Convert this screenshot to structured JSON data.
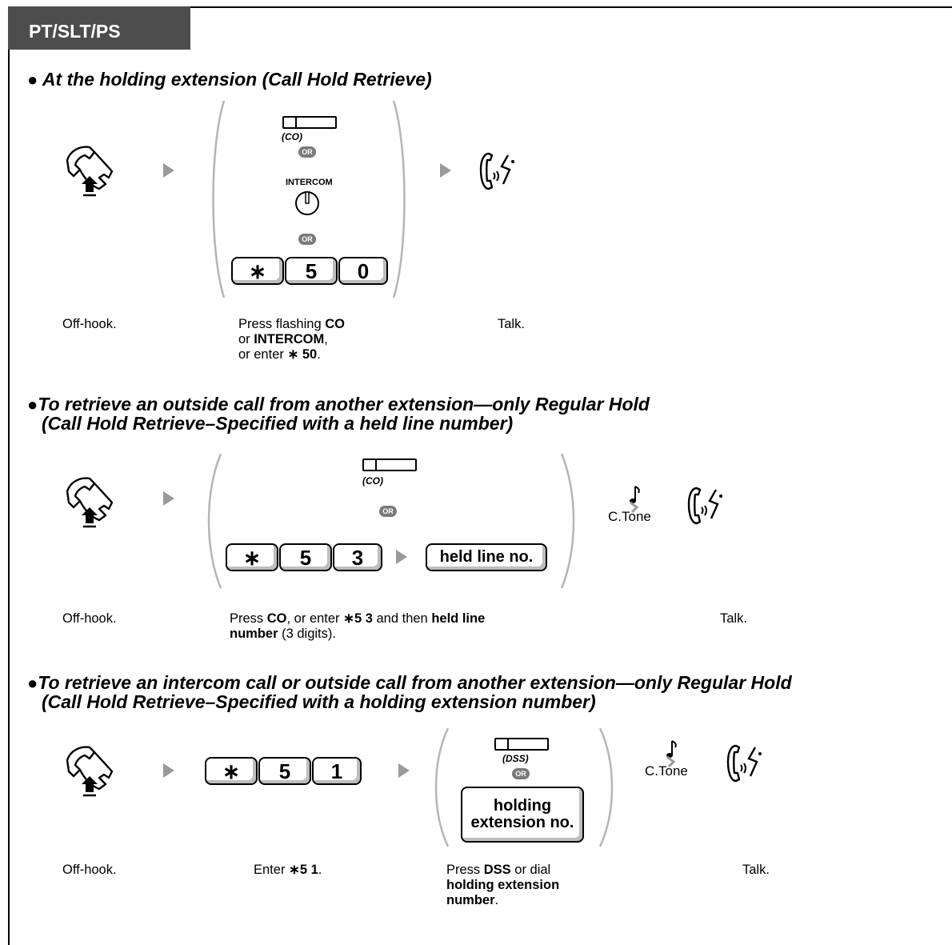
{
  "header": {
    "tab_label": "PT/SLT/PS"
  },
  "sections": [
    {
      "title": "At the holding extension (Call Hold Retrieve)",
      "co_label": "(CO)",
      "or_label": "OR",
      "intercom_label": "INTERCOM",
      "keys": [
        "∗",
        "5",
        "0"
      ],
      "captions": {
        "offhook": "Off-hook.",
        "press_1": "Press flashing ",
        "press_1b": "CO",
        "press_2a": "or ",
        "press_2b": "INTERCOM",
        "press_2c": ",",
        "press_3a": "or enter ",
        "press_3b": "∗ 50",
        "press_3c": ".",
        "talk": "Talk."
      }
    },
    {
      "title_line1": "To retrieve an outside call from another extension—only Regular Hold",
      "title_line2": "(Call Hold Retrieve–Specified with a held line number)",
      "co_label": "(CO)",
      "or_label": "OR",
      "keys": [
        "∗",
        "5",
        "3"
      ],
      "held_line_key": "held line no.",
      "ctone": "C.Tone",
      "captions": {
        "offhook": "Off-hook.",
        "p1": "Press ",
        "p2": "CO",
        "p3": ", or enter ",
        "p4": "∗5 3",
        "p5": " and then ",
        "p6": "held line",
        "p7": "number",
        "p8": " (3 digits).",
        "talk": "Talk."
      }
    },
    {
      "title_line1": "To retrieve an intercom call or outside call from another extension—only Regular Hold",
      "title_line2": "(Call Hold Retrieve–Specified with a holding extension number)",
      "keys": [
        "∗",
        "5",
        "1"
      ],
      "dss_label": "(DSS)",
      "or_label": "OR",
      "holding_key_line1": "holding",
      "holding_key_line2": "extension no.",
      "ctone": "C.Tone",
      "captions": {
        "offhook": "Off-hook.",
        "enter_a": "Enter ",
        "enter_b": "∗5 1",
        "enter_c": ".",
        "p1": "Press ",
        "p2": "DSS",
        "p3": " or dial",
        "p4": "holding extension",
        "p5": "number",
        "p6": ".",
        "talk": "Talk."
      }
    }
  ]
}
